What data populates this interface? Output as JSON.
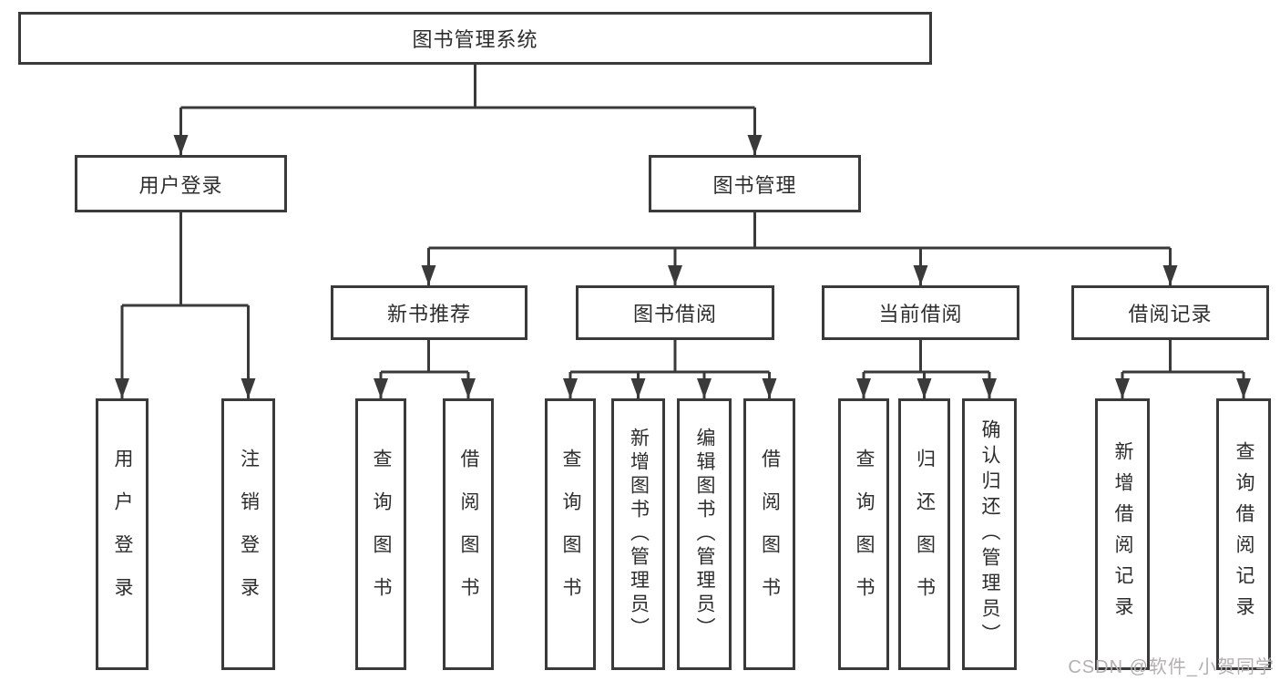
{
  "tree": {
    "root": {
      "label": "图书管理系统"
    },
    "children": [
      {
        "label": "用户登录",
        "children": [
          {
            "label": "用户登录"
          },
          {
            "label": "注销登录"
          }
        ]
      },
      {
        "label": "图书管理",
        "children": [
          {
            "label": "新书推荐",
            "children": [
              {
                "label": "查询图书"
              },
              {
                "label": "借阅图书"
              }
            ]
          },
          {
            "label": "图书借阅",
            "children": [
              {
                "label": "查询图书"
              },
              {
                "label": "新增图书（管理员）"
              },
              {
                "label": "编辑图书（管理员）"
              },
              {
                "label": "借阅图书"
              }
            ]
          },
          {
            "label": "当前借阅",
            "children": [
              {
                "label": "查询图书"
              },
              {
                "label": "归还图书"
              },
              {
                "label": "确认归还（管理员）"
              }
            ]
          },
          {
            "label": "借阅记录",
            "children": [
              {
                "label": "新增借阅记录"
              },
              {
                "label": "查询借阅记录"
              }
            ]
          }
        ]
      }
    ]
  },
  "watermark": "CSDN @软件_小贺同学",
  "colors": {
    "line": "#3a3a3a",
    "text": "#2d2d2d",
    "watermark_gray": "#b5afaf"
  }
}
